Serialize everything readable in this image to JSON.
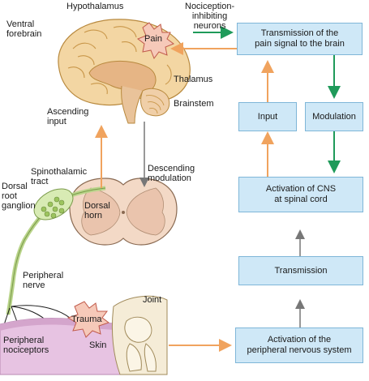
{
  "labels": {
    "hypothalamus": "Hypothalamus",
    "nociception": "Nociception-\ninhibiting\nneurons",
    "ventral_forebrain": "Ventral\nforebrain",
    "pain": "Pain",
    "thalamus": "Thalamus",
    "brainstem": "Brainstem",
    "ascending_input": "Ascending\ninput",
    "spinothalamic_tract": "Spinothalamic\ntract",
    "descending_modulation": "Descending\nmodulation",
    "dorsal_root_ganglion": "Dorsal\nroot\nganglion",
    "dorsal_horn": "Dorsal\nhorn",
    "peripheral_nerve": "Peripheral\nnerve",
    "joint": "Joint",
    "trauma": "Trauma",
    "peripheral_nociceptors": "Peripheral\nnociceptors",
    "skin": "Skin"
  },
  "boxes": {
    "transmission_brain": "Transmission of the\npain signal to the brain",
    "input": "Input",
    "modulation": "Modulation",
    "activation_cns": "Activation of CNS\nat spinal cord",
    "transmission": "Transmission",
    "activation_pns": "Activation of the\nperipheral nervous system"
  },
  "colors": {
    "box_fill": "#cfe8f7",
    "box_border": "#7fb6d8",
    "arrow_orange": "#f0a35e",
    "arrow_green": "#1f9a5a",
    "arrow_gray": "#777777",
    "pain_burst": "#f6c9b9"
  }
}
